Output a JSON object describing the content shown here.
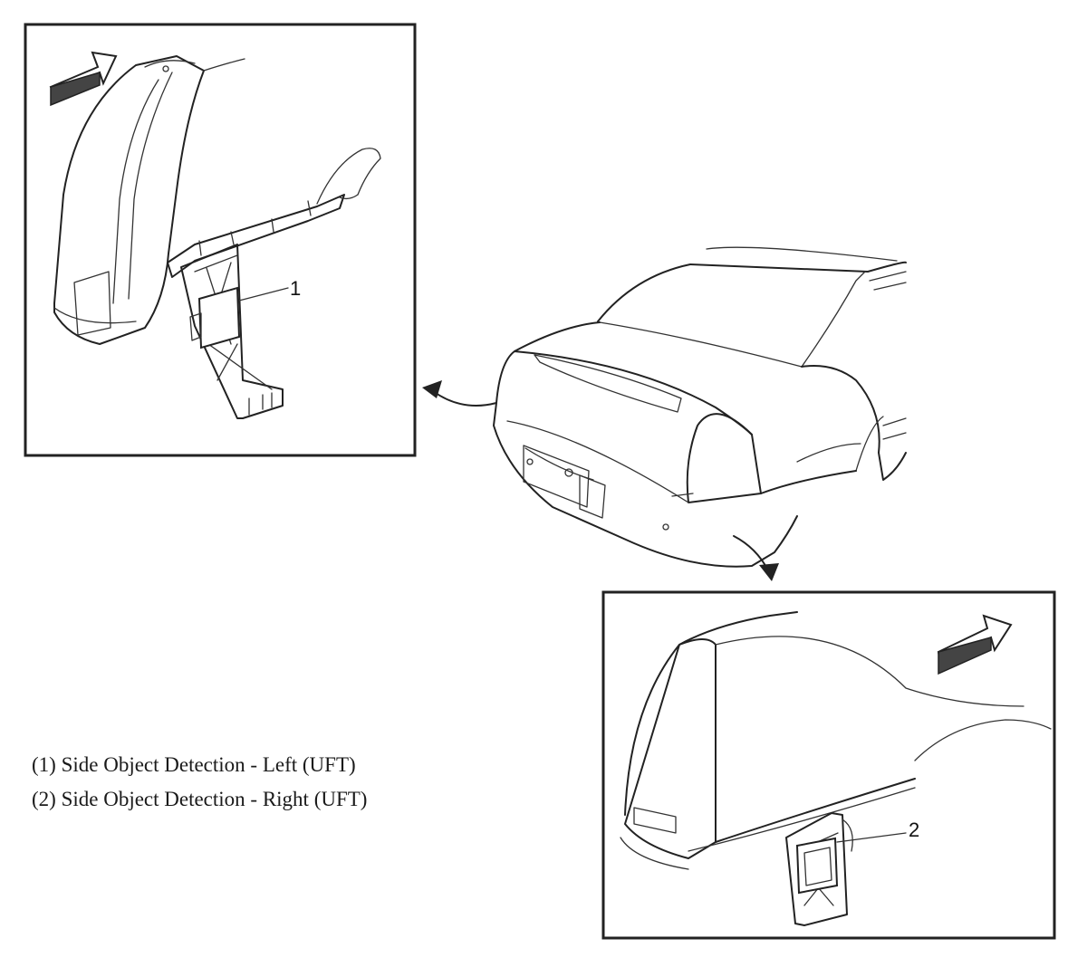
{
  "callouts": {
    "left_module": "1",
    "right_module": "2"
  },
  "legend": {
    "item1": "(1) Side Object Detection - Left (UFT)",
    "item2": "(2) Side Object Detection - Right (UFT)"
  }
}
